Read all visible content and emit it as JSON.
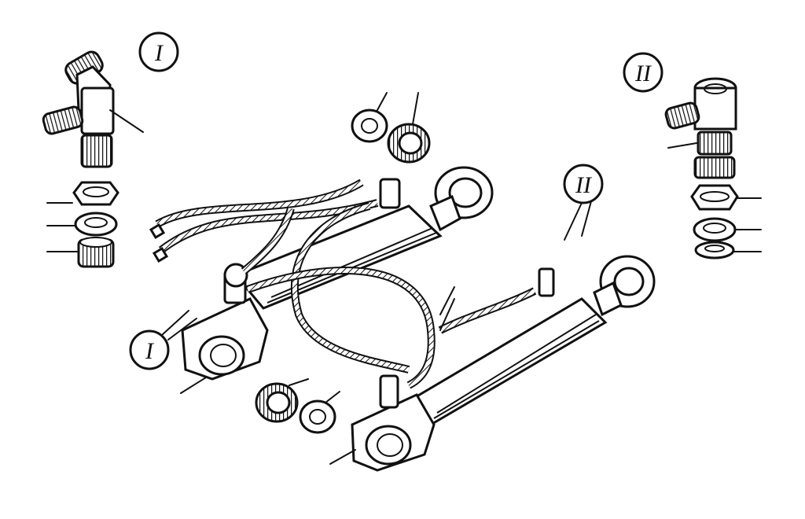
{
  "diagram": {
    "callout_labels": [
      {
        "id": "I",
        "text": "I"
      },
      {
        "id": "II",
        "text": "II"
      },
      {
        "id": "II-main",
        "text": "II"
      },
      {
        "id": "I-main",
        "text": "I"
      }
    ]
  }
}
